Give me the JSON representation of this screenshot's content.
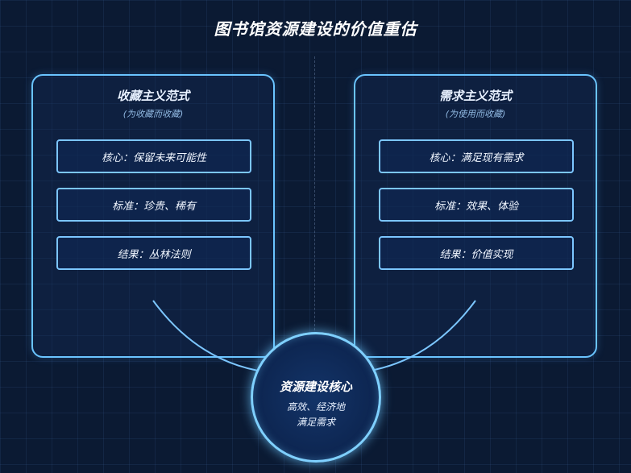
{
  "title": "图书馆资源建设的价值重估",
  "left_panel": {
    "title": "收藏主义范式",
    "subtitle": "(为收藏而收藏)",
    "items": [
      "核心：保留未来可能性",
      "标准：珍贵、稀有",
      "结果：丛林法则"
    ]
  },
  "right_panel": {
    "title": "需求主义范式",
    "subtitle": "(为使用而收藏)",
    "items": [
      "核心：满足现有需求",
      "标准：效果、体验",
      "结果：价值实现"
    ]
  },
  "core": {
    "title": "资源建设核心",
    "lines": [
      "高效、经济地",
      "满足需求"
    ]
  },
  "colors": {
    "background": "#0b1a33",
    "accent": "#6ac4ff",
    "glow": "#7fd0ff"
  }
}
